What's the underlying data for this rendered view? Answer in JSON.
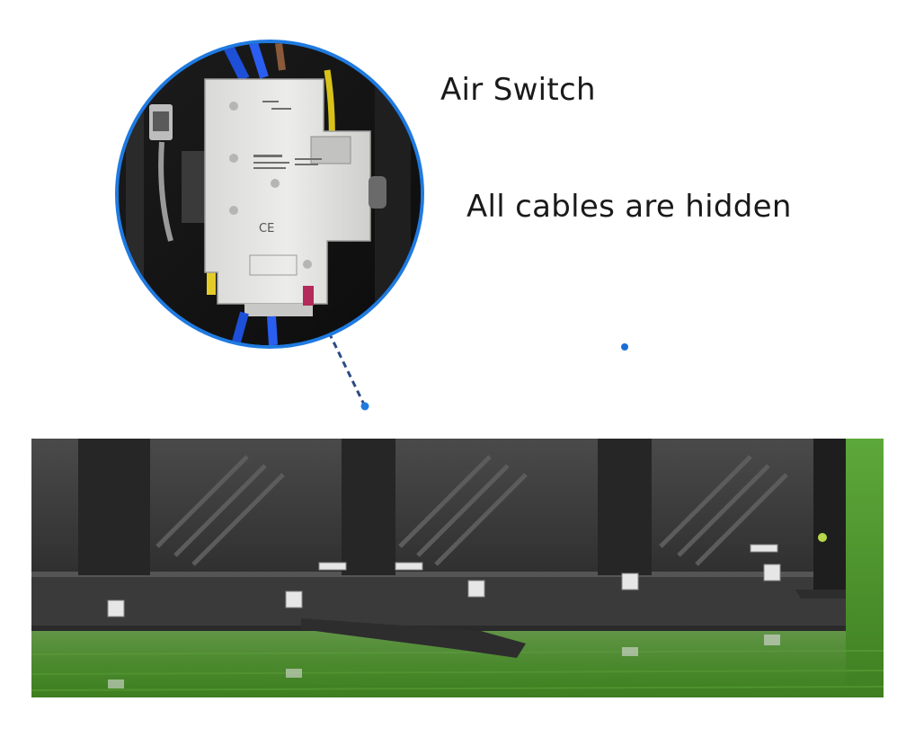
{
  "headline": "Air Switch",
  "subheadline": "All cables are hidden",
  "colors": {
    "accent": "#1f7ae0",
    "text": "#1a1a1a",
    "grass": "#4f8f2a"
  },
  "images": {
    "inset": "air-switch-closeup-photo",
    "main": "led-cabinet-rear-photo"
  }
}
